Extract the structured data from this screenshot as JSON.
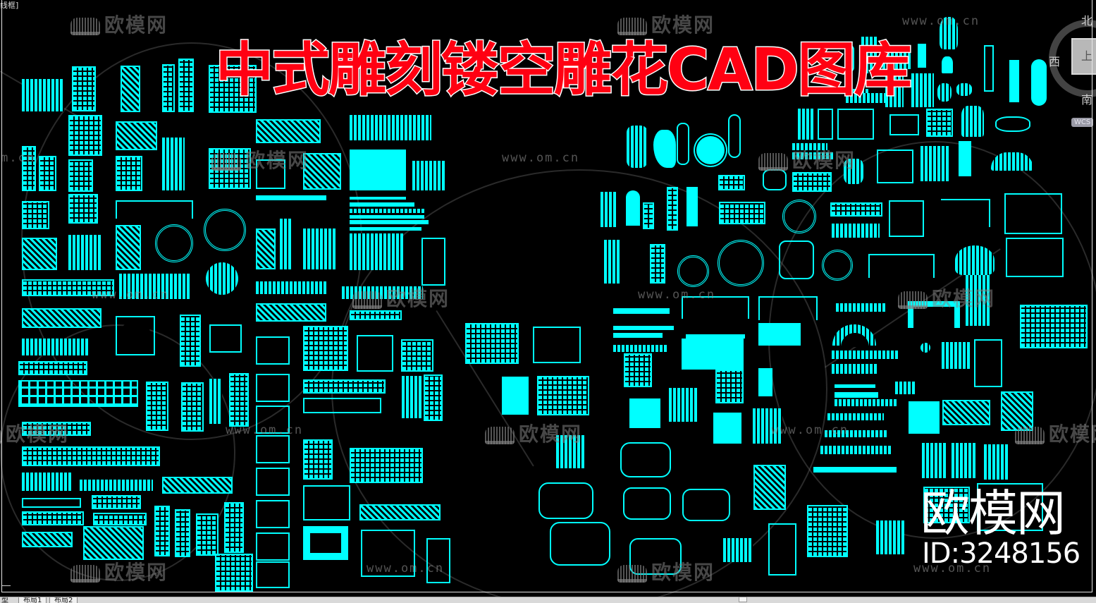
{
  "viewport": {
    "view_label": "线框]",
    "background": "#000000",
    "entity_color": "#00ffff"
  },
  "overlay": {
    "title": "中式雕刻镂空雕花CAD图库",
    "title_color": "#ff0012",
    "brand_name": "欧模网",
    "brand_id": "ID:3248156"
  },
  "watermarks": {
    "logo_text": "欧模网",
    "url_text": "www.om.cn"
  },
  "viewcube": {
    "north": "北",
    "west": "西",
    "south": "南",
    "face_label": "上",
    "wcs_label": "WCS"
  },
  "layout_tabs": {
    "model": "型",
    "tabs": [
      {
        "label": "布局1"
      },
      {
        "label": "布局2"
      }
    ]
  }
}
